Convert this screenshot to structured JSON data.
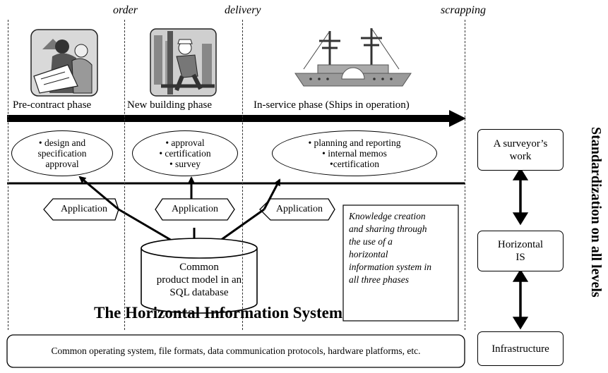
{
  "timeline": {
    "milestones": [
      "order",
      "delivery",
      "scrapping"
    ],
    "phases": [
      "Pre-contract phase",
      "New building phase",
      "In-service phase (Ships in operation)"
    ]
  },
  "tasks": {
    "pre_contract": [
      "• design and",
      "specification",
      "approval"
    ],
    "new_building": [
      "• approval",
      "• certification",
      "• survey"
    ],
    "in_service": [
      "• planning and reporting",
      "• internal memos",
      "•certification"
    ]
  },
  "applications": [
    "Application",
    "Application",
    "Application"
  ],
  "database": [
    "Common",
    "product model in an",
    "SQL database"
  ],
  "note": [
    "Knowledge creation",
    "and sharing  through",
    "the use of a",
    "horizontal",
    "information system in",
    "all three phases"
  ],
  "system_title": "The Horizontal Information System",
  "infrastructure_bar": "Common operating system, file formats, data communication protocols, hardware platforms, etc.",
  "levels": {
    "surveyor": [
      "A surveyor’s",
      "work"
    ],
    "horizontal_is": [
      "Horizontal",
      "IS"
    ],
    "infrastructure": "Infrastructure"
  },
  "side_title": "Standardization on all levels",
  "icons": [
    "design-office-icon",
    "construction-worker-icon",
    "ship-icon"
  ],
  "colors": {
    "line": "#000000",
    "icon_gray": "#9a9a9a",
    "icon_dark": "#3a3a3a"
  }
}
